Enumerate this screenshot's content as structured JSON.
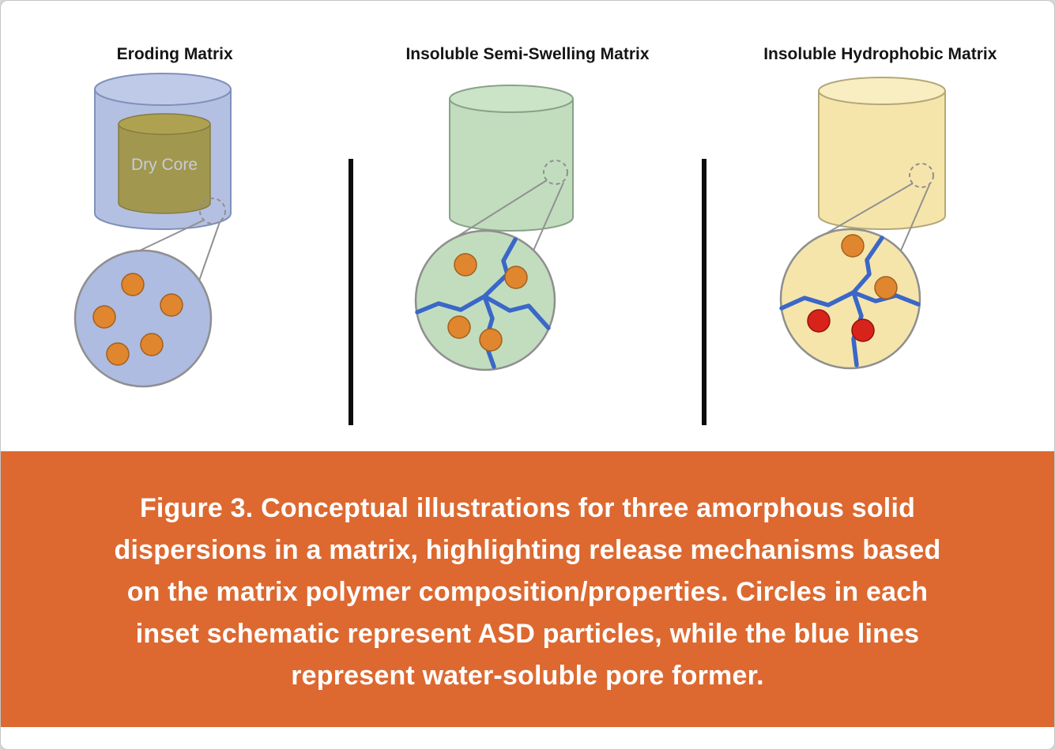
{
  "panels": [
    {
      "title": "Eroding Matrix",
      "core_label": "Dry Core"
    },
    {
      "title": "Insoluble Semi-Swelling Matrix"
    },
    {
      "title": "Insoluble Hydrophobic Matrix"
    }
  ],
  "figure": {
    "caption_lines": [
      "Figure 3. Conceptual illustrations for three amorphous solid",
      "dispersions in a matrix, highlighting release mechanisms based",
      "on the matrix polymer composition/properties. Circles in each",
      "inset schematic represent ASD particles, while the blue lines",
      "represent water-soluble pore former."
    ]
  },
  "colors": {
    "eroding_matrix_fill": "#b3c0e2",
    "eroding_matrix_top_fill": "#bfcae8",
    "eroding_inset_fill": "#aebce2",
    "dry_core_fill": "#a2974e",
    "dry_core_top_fill": "#aea250",
    "dry_core_label_text": "#c3cedb",
    "semi_swelling_fill": "#c1ddbe",
    "semi_swelling_top_fill": "#cbe4c8",
    "semi_swelling_inset_fill": "#c1ddbe",
    "hydrophobic_fill": "#f6e5ab",
    "hydrophobic_top_fill": "#f9edc2",
    "hydrophobic_inset_fill": "#f6e5ab",
    "asd_particle_fill": "#e0862f",
    "released_particle_fill": "#d8231b",
    "pore_former_line": "#3a67c8",
    "caption_band_background": "#dd6930",
    "caption_text": "#ffffff"
  }
}
